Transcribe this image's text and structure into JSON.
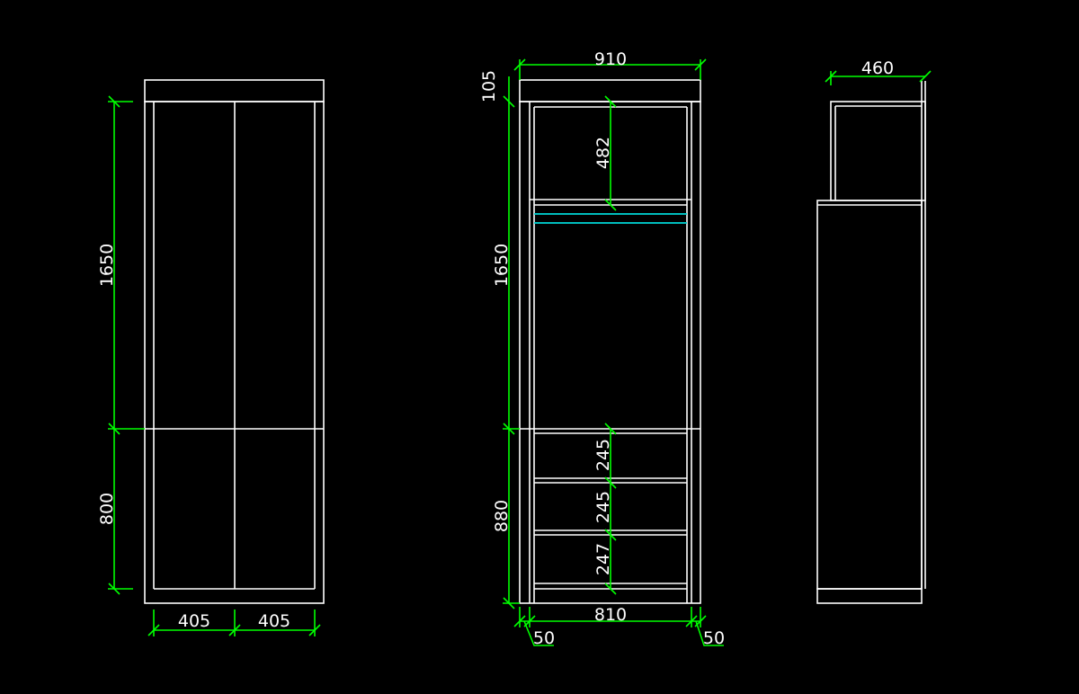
{
  "colors": {
    "background": "#000000",
    "outline": "#ffffff",
    "dimension": "#00ff00",
    "hanging_rail": "#00d8d8"
  },
  "front_view": {
    "height_upper": "1650",
    "height_lower": "800",
    "width_left": "405",
    "width_right": "405"
  },
  "interior_view": {
    "top_height": "105",
    "overall_width": "910",
    "top_compartment_height": "482",
    "height_upper": "1650",
    "height_lower": "880",
    "drawer_1": "245",
    "drawer_2": "245",
    "drawer_3": "247",
    "inner_width": "810",
    "side_left": "50",
    "side_right": "50"
  },
  "side_view": {
    "depth": "460"
  }
}
